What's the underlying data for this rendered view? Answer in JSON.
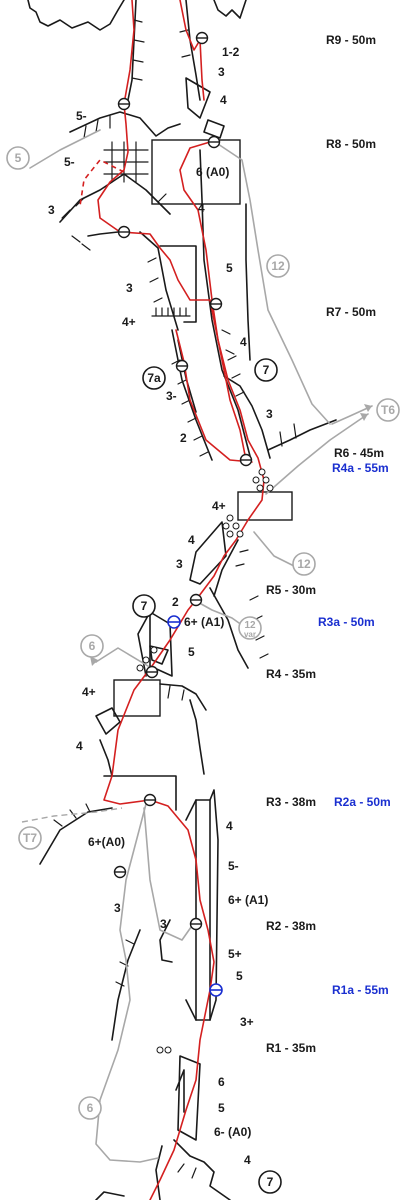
{
  "belays": {
    "R9": "R9 - 50m",
    "R8": "R8 - 50m",
    "R7": "R7 - 50m",
    "R6": "R6 - 45m",
    "R4a": "R4a - 55m",
    "R5": "R5 - 30m",
    "R3a": "R3a - 50m",
    "R4": "R4 - 35m",
    "R3": "R3 - 38m",
    "R2a": "R2a - 50m",
    "R2": "R2 - 38m",
    "R1a": "R1a - 55m",
    "R1": "R1 - 35m"
  },
  "grades": {
    "g1": "1-2",
    "g2": "3",
    "g3": "4",
    "g4": "5-",
    "g5": "5-",
    "g6": "3",
    "g7": "6 (A0)",
    "g8": "4",
    "g9": "5",
    "g10": "3",
    "g11": "4+",
    "g12": "4",
    "g13": "3-",
    "g14": "3",
    "g15": "2",
    "g16": "4+",
    "g17": "4",
    "g18": "3",
    "g19": "2",
    "g20": "6+ (A1)",
    "g21": "5",
    "g22": "4+",
    "g23": "4",
    "g24": "6+(A0)",
    "g25": "4",
    "g26": "5-",
    "g27": "6+ (A1)",
    "g28": "3",
    "g29": "3",
    "g30": "5+",
    "g31": "5",
    "g32": "3+",
    "g33": "6",
    "g34": "5",
    "g35": "6- (A0)",
    "g36": "4"
  },
  "circles": {
    "c5": "5",
    "c12a": "12",
    "c7a": "7a",
    "c7b": "7",
    "cT6": "T6",
    "c12b": "12",
    "c7c": "7",
    "c6a": "6",
    "c12var": "12",
    "cT7": "T7",
    "c6b": "6",
    "c7d": "7"
  },
  "circle_sub": {
    "c12var": "var"
  },
  "colors": {
    "route": "#d42020",
    "variant": "#a8a8a8",
    "belay_alt": "#1a2fd0",
    "rock": "#1a1a1a"
  }
}
